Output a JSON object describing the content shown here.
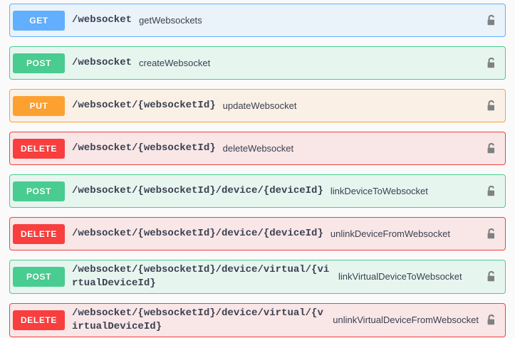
{
  "page": {
    "background": "#fafafa",
    "lock_icon_name": "unlocked-padlock-icon",
    "lock_icon_color": "#7f8183"
  },
  "method_colors": {
    "get": "#61affe",
    "post": "#49cc90",
    "put": "#fca130",
    "delete": "#f93e3e"
  },
  "operations": [
    {
      "method": "GET",
      "path": "/websocket",
      "description": "getWebsockets",
      "auth_state": "unlocked"
    },
    {
      "method": "POST",
      "path": "/websocket",
      "description": "createWebsocket",
      "auth_state": "unlocked"
    },
    {
      "method": "PUT",
      "path": "/websocket/{websocketId}",
      "description": "updateWebsocket",
      "auth_state": "unlocked"
    },
    {
      "method": "DELETE",
      "path": "/websocket/{websocketId}",
      "description": "deleteWebsocket",
      "auth_state": "unlocked"
    },
    {
      "method": "POST",
      "path": "/websocket/{websocketId}/device/{deviceId}",
      "description": "linkDeviceToWebsocket",
      "auth_state": "unlocked"
    },
    {
      "method": "DELETE",
      "path": "/websocket/{websocketId}/device/{deviceId}",
      "description": "unlinkDeviceFromWebsocket",
      "auth_state": "unlocked"
    },
    {
      "method": "POST",
      "path": "/websocket/{websocketId}/device/virtual/{virtualDeviceId}",
      "description": "linkVirtualDeviceToWebsocket",
      "auth_state": "unlocked"
    },
    {
      "method": "DELETE",
      "path": "/websocket/{websocketId}/device/virtual/{virtualDeviceId}",
      "description": "unlinkVirtualDeviceFromWebsocket",
      "auth_state": "unlocked"
    }
  ]
}
